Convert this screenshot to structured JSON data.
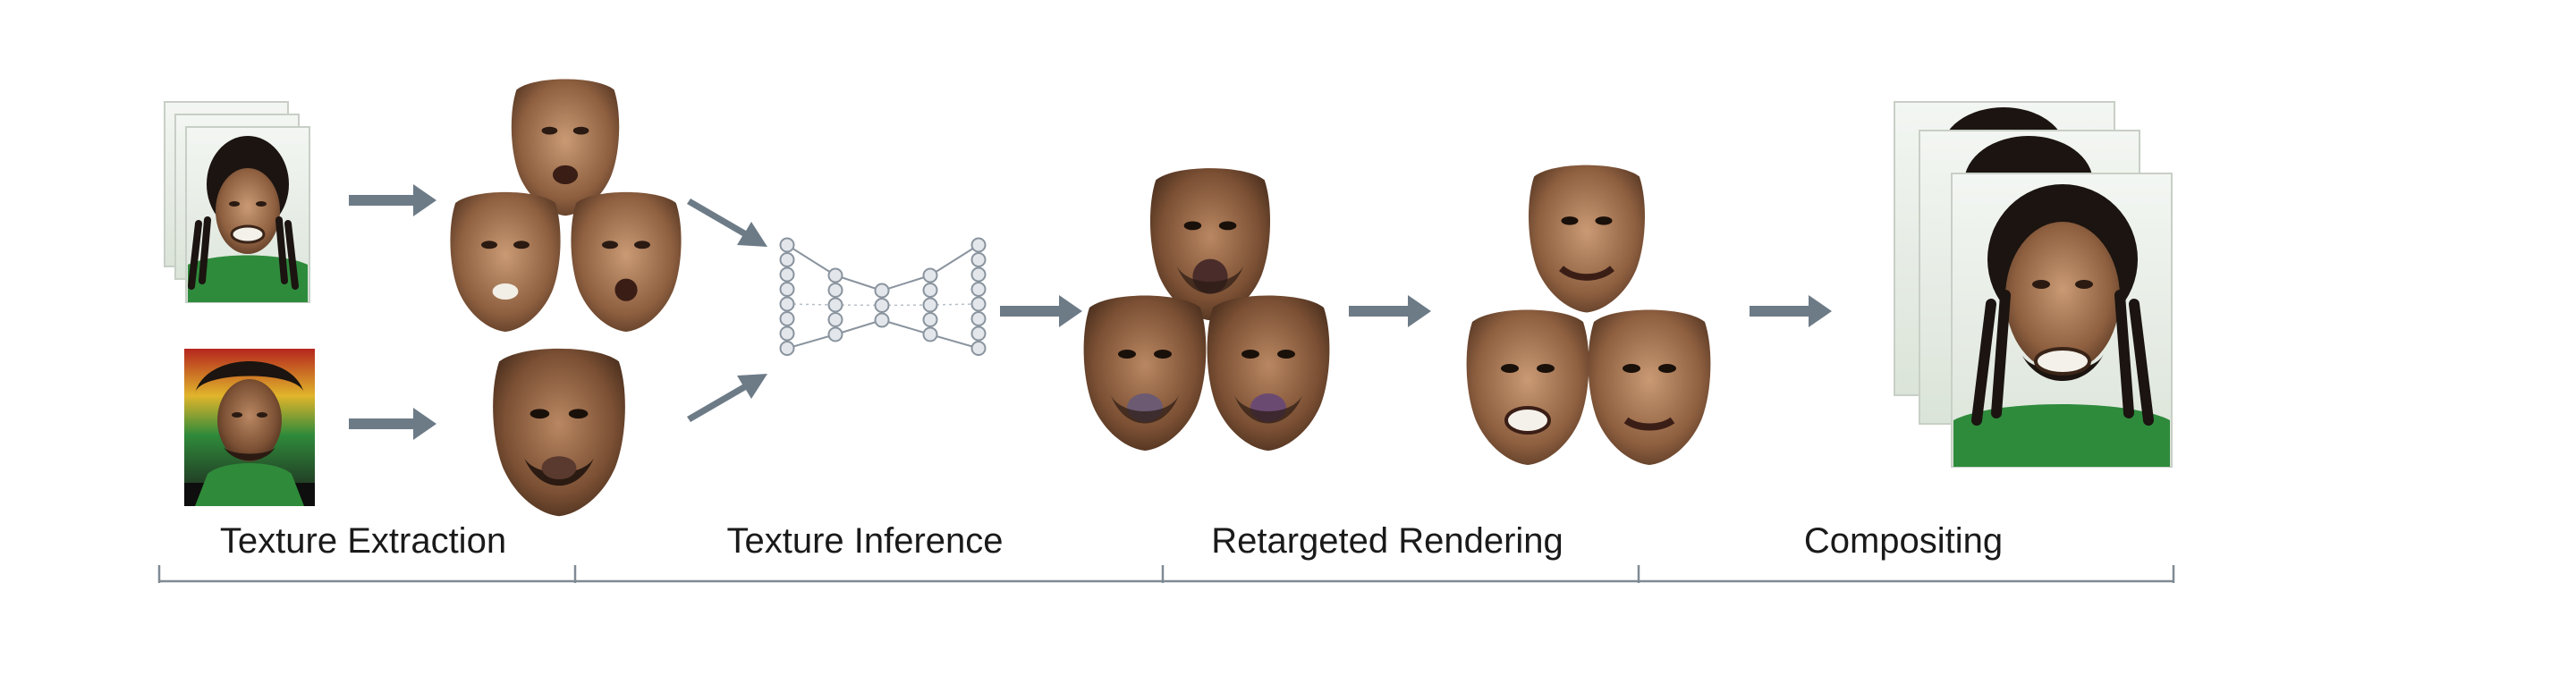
{
  "stages": [
    {
      "label": "Texture Extraction"
    },
    {
      "label": "Texture Inference"
    },
    {
      "label": "Retargeted Rendering"
    },
    {
      "label": "Compositing"
    }
  ],
  "colors": {
    "arrow": "#6d7b87",
    "axis": "#7f8a94",
    "node_fill": "#e3e7ec",
    "node_stroke": "#8a949e",
    "skin_dark": "#6e4a33",
    "skin_mid": "#9c6d4c",
    "skin_light": "#c79670",
    "hair": "#1b1410",
    "shirt": "#2e8b3c",
    "photo_bg": "#e9efe8"
  },
  "icons": {
    "flow_arrow": "right-arrow-icon",
    "diagonal_arrow": "diagonal-arrow-icon",
    "network": "encoder-decoder-network-icon"
  }
}
